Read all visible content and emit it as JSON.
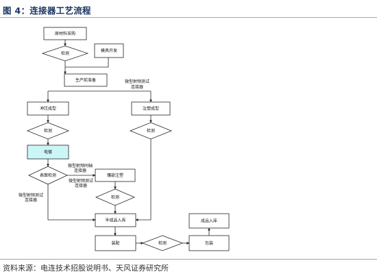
{
  "header": {
    "title": "图 4：连接器工艺流程"
  },
  "footer": {
    "source": "资料来源：电连技术招股说明书、天风证券研究所"
  },
  "flow": {
    "raw_material": "原材料采购",
    "inspect_1": "检测",
    "mold_dev": "模具开发",
    "pre_production": "生产前准备",
    "note_rf_test": [
      "微型射频测试",
      "连接器"
    ],
    "stamping": "冲压成型",
    "injection": "注塑成型",
    "inspect_stamp": "检测",
    "inspect_inject": "检测",
    "plating": "电镀",
    "surface_inspect": "表面检测",
    "note_rf_coax": [
      "微型射频同轴",
      "连接器"
    ],
    "note_rf_test_2": [
      "微型射频测试",
      "连接器"
    ],
    "note_rf_test_3": [
      "微型射频测试",
      "连接器"
    ],
    "insert_molding": "镶嵌注塑",
    "inspect_insert": "检测",
    "semi_stock": "半成品入库",
    "assembly": "装配",
    "inspect_final": "检测",
    "packaging": "包装",
    "finished_stock": "成品入库"
  }
}
